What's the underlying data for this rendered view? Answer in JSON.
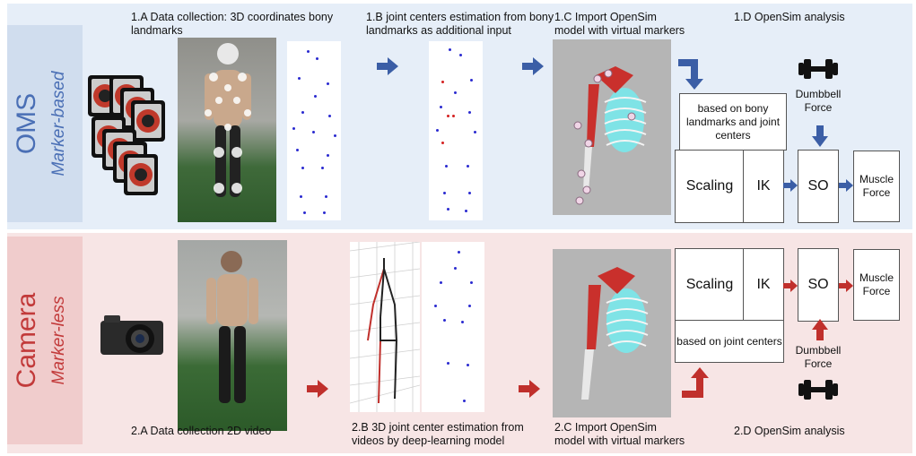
{
  "rows": {
    "oms": {
      "title": "OMS",
      "subtitle": "Marker-based"
    },
    "camera": {
      "title": "Camera",
      "subtitle": "Marker-less"
    }
  },
  "steps_top": {
    "a": "1.A Data collection: 3D coordinates bony landmarks",
    "b": "1.B joint centers estimation from bony landmarks as additional input",
    "c": "1.C Import OpenSim model with virtual markers",
    "d": "1.D OpenSim analysis"
  },
  "steps_bottom": {
    "a": "2.A Data collection 2D video",
    "b": "2.B 3D joint center estimation from videos by deep-learning model",
    "c": "2.C Import OpenSim model with virtual markers",
    "d": "2.D OpenSim analysis"
  },
  "analysis_top": {
    "basis": "based on bony landmarks and joint centers",
    "scaling": "Scaling",
    "ik": "IK",
    "so": "SO",
    "muscle": "Muscle Force",
    "dumbbell": "Dumbbell Force"
  },
  "analysis_bottom": {
    "basis": "based on joint centers",
    "scaling": "Scaling",
    "ik": "IK",
    "so": "SO",
    "muscle": "Muscle Force",
    "dumbbell": "Dumbbell Force"
  },
  "colors": {
    "blue_arrow": "#3b5ea6",
    "red_arrow": "#c0302c",
    "oms_text": "#4a6fb5",
    "camera_text": "#c23a3a"
  },
  "icons": [
    "oms-camera-icon",
    "video-camera-icon",
    "dumbbell-icon",
    "arrow-right-icon",
    "elbow-arrow-icon"
  ]
}
